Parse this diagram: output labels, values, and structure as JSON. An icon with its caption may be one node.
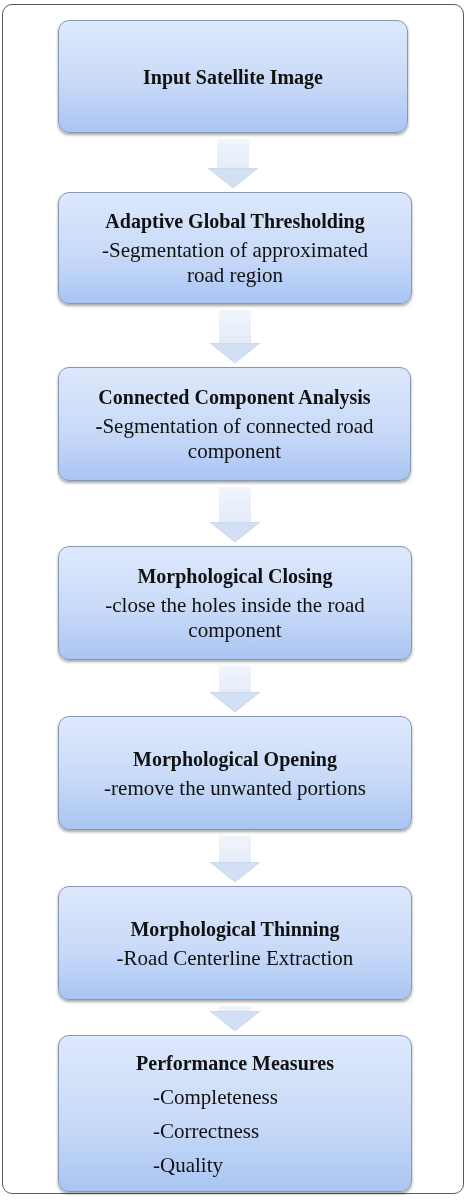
{
  "diagram": {
    "nodes": [
      {
        "text": [
          "Input Satellite Image"
        ]
      },
      {
        "text": [
          "Adaptive Global Thresholding",
          "-Segmentation of approximated road region"
        ]
      },
      {
        "text": [
          "Connected Component Analysis",
          "**-**Segmentation of connected road component"
        ]
      },
      {
        "text": [
          "Morphological Closing",
          "-close the holes inside the road component"
        ]
      },
      {
        "text": [
          "Morphological Opening",
          "-remove the unwanted portions"
        ]
      },
      {
        "text": [
          "Morphological Thinning",
          "-Road Centerline Extraction"
        ]
      },
      {
        "text": [
          "Performance Measures",
          "-Completeness",
          "-Correctness",
          "-Quality"
        ]
      }
    ],
    "edges": [
      {
        "from": 0,
        "to": 1,
        "arrow": "to"
      },
      {
        "from": 1,
        "to": 2,
        "arrow": "to"
      },
      {
        "from": 2,
        "to": 3,
        "arrow": "to"
      },
      {
        "from": 3,
        "to": 4,
        "arrow": "to"
      },
      {
        "from": 4,
        "to": 5,
        "arrow": "to"
      },
      {
        "from": 5,
        "to": 6,
        "arrow": "to"
      }
    ]
  }
}
